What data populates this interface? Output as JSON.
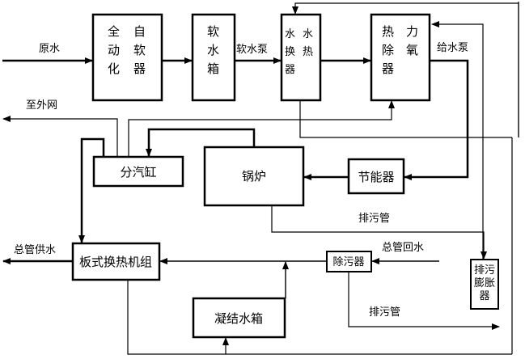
{
  "nodes": {
    "softener_auto": "全自动软化器",
    "softener_auto_lines": [
      "全",
      "自",
      "动",
      "软",
      "化",
      "器"
    ],
    "soft_water_tank_lines": [
      "软",
      "水",
      "箱"
    ],
    "water_heat_exchanger_lines": [
      "水",
      "水",
      "换",
      "热",
      "器"
    ],
    "deaerator_lines": [
      "热",
      "力",
      "除",
      "氧",
      "器"
    ],
    "boiler": "锅炉",
    "economizer": "节能器",
    "steam_header": "分汽缸",
    "plate_heat_exchanger_unit": "板式换热机组",
    "dirt_separator": "除污器",
    "blowdown_expansion_tank_lines": [
      "排污",
      "膨胀",
      "器"
    ],
    "condensate_tank": "凝结水箱"
  },
  "labels": {
    "raw_water": "原水",
    "soft_water_pump": "软水泵",
    "feed_water_pump": "给水泵",
    "to_outside_network": "至外网",
    "blowdown_pipe_upper": "排污管",
    "blowdown_pipe_lower": "排污管",
    "main_supply": "总管供水",
    "main_return": "总管回水"
  },
  "colors": {
    "line": "#000000",
    "background": "#ffffff"
  }
}
